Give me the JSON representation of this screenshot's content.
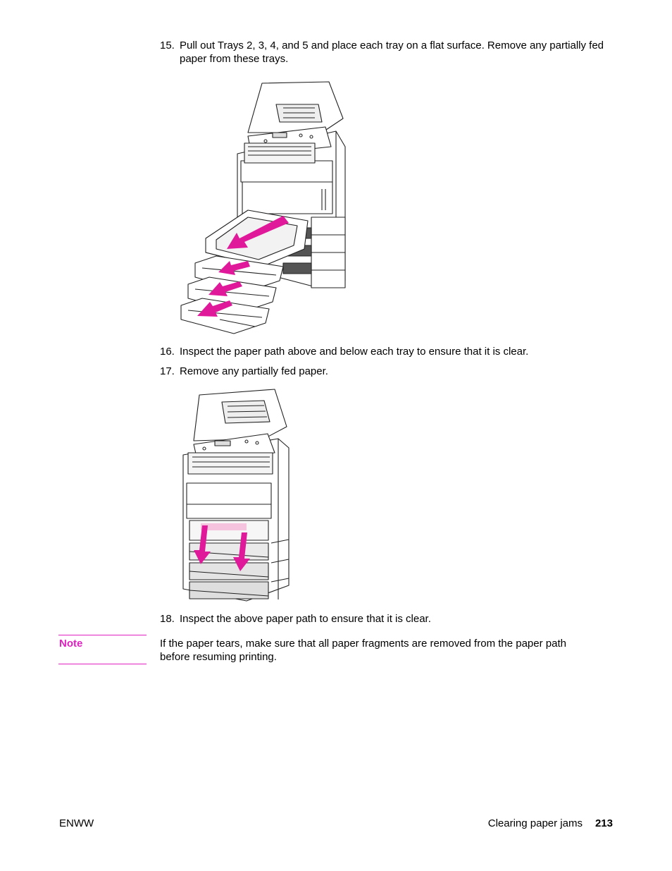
{
  "steps": [
    {
      "number": "15.",
      "text": "Pull out Trays 2, 3, 4, and 5 and place each tray on a flat surface. Remove any partially fed paper from these trays."
    },
    {
      "number": "16.",
      "text": "Inspect the paper path above and below each tray to ensure that it is clear."
    },
    {
      "number": "17.",
      "text": "Remove any partially fed paper."
    },
    {
      "number": "18.",
      "text": "Inspect the above paper path to ensure that it is clear."
    }
  ],
  "note": {
    "label": "Note",
    "text": "If the paper tears, make sure that all paper fragments are removed from the paper path before resuming printing."
  },
  "footer": {
    "left": "ENWW",
    "section": "Clearing paper jams",
    "page": "213"
  },
  "colors": {
    "accent": "#e020c0",
    "arrow": "#e0199a"
  }
}
